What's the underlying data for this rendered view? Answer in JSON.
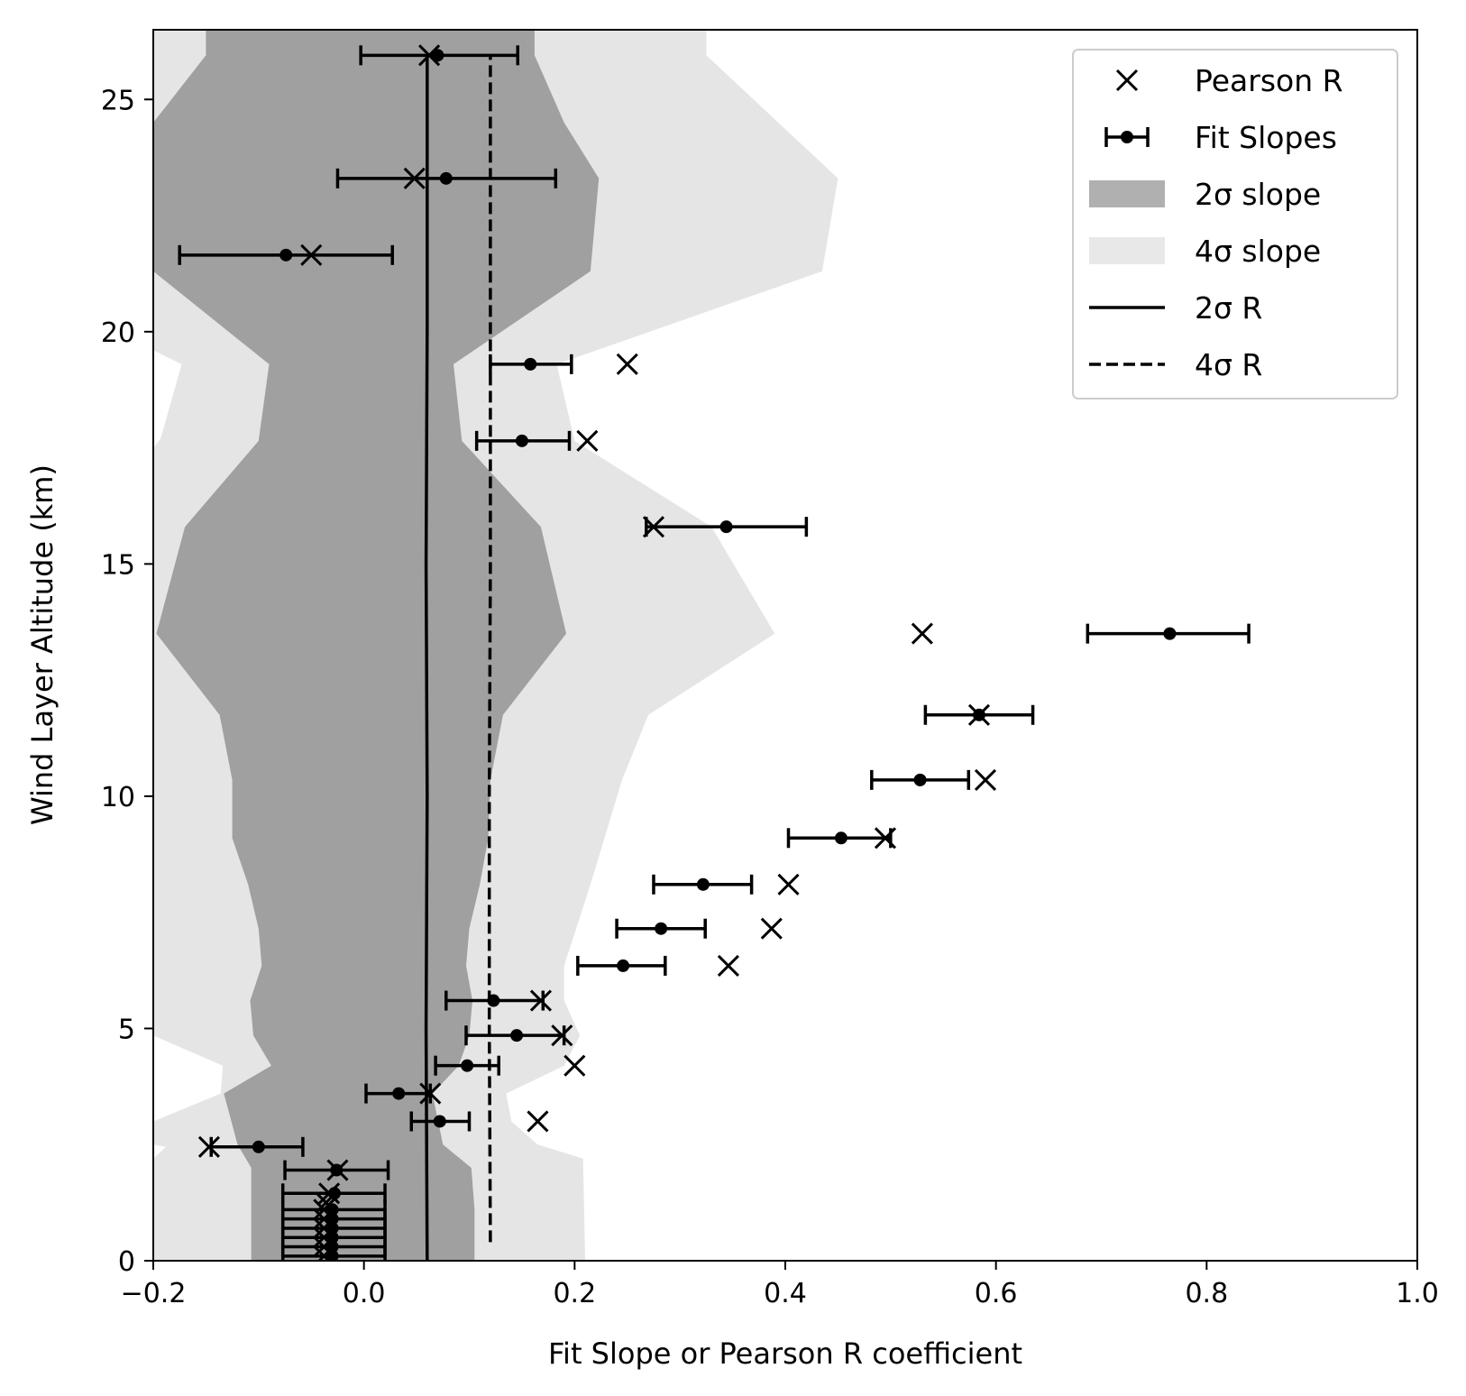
{
  "chart_data": {
    "type": "scatter",
    "xlabel": "Fit Slope or Pearson R coefficient",
    "ylabel": "Wind Layer Altitude (km)",
    "xlim": [
      -0.2,
      1.0
    ],
    "ylim": [
      0,
      26.5
    ],
    "xticks": [
      -0.2,
      0.0,
      0.2,
      0.4,
      0.6,
      0.8,
      1.0
    ],
    "xtick_labels": [
      "−0.2",
      "0.0",
      "0.2",
      "0.4",
      "0.6",
      "0.8",
      "1.0"
    ],
    "yticks": [
      0,
      5,
      10,
      15,
      20,
      25
    ],
    "ytick_labels": [
      "0",
      "5",
      "10",
      "15",
      "20",
      "25"
    ],
    "grid": false,
    "legend_position": "top-right",
    "legend": [
      {
        "name": "Pearson R",
        "kind": "x-marker"
      },
      {
        "name": "Fit Slopes",
        "kind": "errorbar"
      },
      {
        "name": "2σ slope",
        "kind": "band-dark"
      },
      {
        "name": "4σ slope",
        "kind": "band-light"
      },
      {
        "name": "2σ R",
        "kind": "solid-line"
      },
      {
        "name": "4σ R",
        "kind": "dashed-line"
      }
    ],
    "colors": {
      "marker": "#000000",
      "band_2sigma": "#a0a0a0",
      "band_4sigma": "#e5e5e5",
      "legend_band_2sigma": "#b0b0b0",
      "legend_band_4sigma": "#e8e8e8"
    },
    "fit_slopes": [
      {
        "alt": 0.1,
        "slope": -0.03,
        "err_lo": -0.077,
        "err_hi": 0.02
      },
      {
        "alt": 0.3,
        "slope": -0.03,
        "err_lo": -0.077,
        "err_hi": 0.02
      },
      {
        "alt": 0.5,
        "slope": -0.03,
        "err_lo": -0.077,
        "err_hi": 0.02
      },
      {
        "alt": 0.7,
        "slope": -0.03,
        "err_lo": -0.077,
        "err_hi": 0.02
      },
      {
        "alt": 0.9,
        "slope": -0.03,
        "err_lo": -0.077,
        "err_hi": 0.02
      },
      {
        "alt": 1.1,
        "slope": -0.03,
        "err_lo": -0.077,
        "err_hi": 0.02
      },
      {
        "alt": 1.45,
        "slope": -0.028,
        "err_lo": -0.077,
        "err_hi": 0.02
      },
      {
        "alt": 1.95,
        "slope": -0.026,
        "err_lo": -0.075,
        "err_hi": 0.023
      },
      {
        "alt": 2.45,
        "slope": -0.1,
        "err_lo": -0.145,
        "err_hi": -0.058
      },
      {
        "alt": 3.0,
        "slope": 0.072,
        "err_lo": 0.045,
        "err_hi": 0.1
      },
      {
        "alt": 3.6,
        "slope": 0.033,
        "err_lo": 0.002,
        "err_hi": 0.063
      },
      {
        "alt": 4.2,
        "slope": 0.098,
        "err_lo": 0.068,
        "err_hi": 0.128
      },
      {
        "alt": 4.85,
        "slope": 0.145,
        "err_lo": 0.097,
        "err_hi": 0.19
      },
      {
        "alt": 5.6,
        "slope": 0.123,
        "err_lo": 0.078,
        "err_hi": 0.17
      },
      {
        "alt": 6.35,
        "slope": 0.246,
        "err_lo": 0.203,
        "err_hi": 0.286
      },
      {
        "alt": 7.15,
        "slope": 0.282,
        "err_lo": 0.24,
        "err_hi": 0.324
      },
      {
        "alt": 8.1,
        "slope": 0.322,
        "err_lo": 0.275,
        "err_hi": 0.368
      },
      {
        "alt": 9.1,
        "slope": 0.453,
        "err_lo": 0.403,
        "err_hi": 0.5
      },
      {
        "alt": 10.35,
        "slope": 0.528,
        "err_lo": 0.482,
        "err_hi": 0.574
      },
      {
        "alt": 11.75,
        "slope": 0.584,
        "err_lo": 0.533,
        "err_hi": 0.635
      },
      {
        "alt": 13.5,
        "slope": 0.765,
        "err_lo": 0.687,
        "err_hi": 0.84
      },
      {
        "alt": 15.8,
        "slope": 0.344,
        "err_lo": 0.268,
        "err_hi": 0.42
      },
      {
        "alt": 17.65,
        "slope": 0.15,
        "err_lo": 0.107,
        "err_hi": 0.195
      },
      {
        "alt": 19.3,
        "slope": 0.158,
        "err_lo": 0.12,
        "err_hi": 0.197
      },
      {
        "alt": 21.65,
        "slope": -0.074,
        "err_lo": -0.175,
        "err_hi": 0.027
      },
      {
        "alt": 23.3,
        "slope": 0.078,
        "err_lo": -0.025,
        "err_hi": 0.182
      },
      {
        "alt": 25.95,
        "slope": 0.07,
        "err_lo": -0.003,
        "err_hi": 0.146
      }
    ],
    "pearson_r": [
      {
        "alt": 0.1,
        "r": -0.038
      },
      {
        "alt": 0.3,
        "r": -0.038
      },
      {
        "alt": 0.5,
        "r": -0.038
      },
      {
        "alt": 0.7,
        "r": -0.038
      },
      {
        "alt": 0.9,
        "r": -0.038
      },
      {
        "alt": 1.1,
        "r": -0.038
      },
      {
        "alt": 1.25,
        "r": -0.036
      },
      {
        "alt": 1.45,
        "r": -0.033
      },
      {
        "alt": 1.95,
        "r": -0.025
      },
      {
        "alt": 2.45,
        "r": -0.147
      },
      {
        "alt": 3.0,
        "r": 0.165
      },
      {
        "alt": 3.6,
        "r": 0.063
      },
      {
        "alt": 4.2,
        "r": 0.2
      },
      {
        "alt": 4.85,
        "r": 0.188
      },
      {
        "alt": 5.6,
        "r": 0.168
      },
      {
        "alt": 6.35,
        "r": 0.346
      },
      {
        "alt": 7.15,
        "r": 0.387
      },
      {
        "alt": 8.1,
        "r": 0.403
      },
      {
        "alt": 9.1,
        "r": 0.495
      },
      {
        "alt": 10.35,
        "r": 0.59
      },
      {
        "alt": 11.75,
        "r": 0.584
      },
      {
        "alt": 13.5,
        "r": 0.53
      },
      {
        "alt": 15.8,
        "r": 0.275
      },
      {
        "alt": 17.65,
        "r": 0.212
      },
      {
        "alt": 19.3,
        "r": 0.25
      },
      {
        "alt": 21.65,
        "r": -0.05
      },
      {
        "alt": 23.3,
        "r": 0.048
      },
      {
        "alt": 25.95,
        "r": 0.062
      }
    ],
    "r_2sigma_line": [
      {
        "alt": 0,
        "x": 0.06
      },
      {
        "alt": 5,
        "x": 0.059
      },
      {
        "alt": 10,
        "x": 0.06
      },
      {
        "alt": 15,
        "x": 0.059
      },
      {
        "alt": 20,
        "x": 0.06
      },
      {
        "alt": 25.95,
        "x": 0.06
      }
    ],
    "r_4sigma_line": [
      {
        "alt": 0.4,
        "x": 0.12
      },
      {
        "alt": 5,
        "x": 0.119
      },
      {
        "alt": 10,
        "x": 0.119
      },
      {
        "alt": 15,
        "x": 0.12
      },
      {
        "alt": 20,
        "x": 0.12
      },
      {
        "alt": 25.95,
        "x": 0.12
      }
    ],
    "band_2sigma": [
      {
        "alt": 0,
        "lo": -0.107,
        "hi": 0.105
      },
      {
        "alt": 1.1,
        "lo": -0.107,
        "hi": 0.105
      },
      {
        "alt": 2.0,
        "lo": -0.107,
        "hi": 0.102
      },
      {
        "alt": 2.5,
        "lo": -0.12,
        "hi": 0.075
      },
      {
        "alt": 3.6,
        "lo": -0.133,
        "hi": 0.065
      },
      {
        "alt": 4.2,
        "lo": -0.088,
        "hi": 0.09
      },
      {
        "alt": 4.85,
        "lo": -0.105,
        "hi": 0.1
      },
      {
        "alt": 5.6,
        "lo": -0.108,
        "hi": 0.103
      },
      {
        "alt": 6.35,
        "lo": -0.097,
        "hi": 0.097
      },
      {
        "alt": 7.15,
        "lo": -0.1,
        "hi": 0.1
      },
      {
        "alt": 8.1,
        "lo": -0.11,
        "hi": 0.11
      },
      {
        "alt": 9.1,
        "lo": -0.125,
        "hi": 0.118
      },
      {
        "alt": 10.35,
        "lo": -0.125,
        "hi": 0.12
      },
      {
        "alt": 11.75,
        "lo": -0.137,
        "hi": 0.132
      },
      {
        "alt": 13.5,
        "lo": -0.197,
        "hi": 0.192
      },
      {
        "alt": 15.8,
        "lo": -0.17,
        "hi": 0.168
      },
      {
        "alt": 17.65,
        "lo": -0.1,
        "hi": 0.093
      },
      {
        "alt": 19.3,
        "lo": -0.09,
        "hi": 0.085
      },
      {
        "alt": 21.3,
        "lo": -0.2,
        "hi": 0.215
      },
      {
        "alt": 23.3,
        "lo": -0.2,
        "hi": 0.223
      },
      {
        "alt": 24.5,
        "lo": -0.2,
        "hi": 0.19
      },
      {
        "alt": 25.95,
        "lo": -0.15,
        "hi": 0.162
      },
      {
        "alt": 26.5,
        "lo": -0.15,
        "hi": 0.162
      }
    ],
    "band_4sigma": [
      {
        "alt": 0,
        "lo": -0.2,
        "hi": 0.21
      },
      {
        "alt": 2.2,
        "lo": -0.2,
        "hi": 0.208
      },
      {
        "alt": 2.5,
        "lo": -0.2,
        "hi": 0.165
      },
      {
        "alt": 3.0,
        "lo": -0.2,
        "hi": 0.14
      },
      {
        "alt": 3.6,
        "lo": -0.2,
        "hi": 0.135
      },
      {
        "alt": 4.2,
        "lo": -0.2,
        "hi": 0.19
      },
      {
        "alt": 4.85,
        "lo": -0.2,
        "hi": 0.205
      },
      {
        "alt": 5.6,
        "lo": -0.2,
        "hi": 0.19
      },
      {
        "alt": 6.35,
        "lo": -0.2,
        "hi": 0.19
      },
      {
        "alt": 8.1,
        "lo": -0.2,
        "hi": 0.215
      },
      {
        "alt": 10.35,
        "lo": -0.2,
        "hi": 0.245
      },
      {
        "alt": 11.75,
        "lo": -0.2,
        "hi": 0.27
      },
      {
        "alt": 13.5,
        "lo": -0.2,
        "hi": 0.39
      },
      {
        "alt": 15.8,
        "lo": -0.2,
        "hi": 0.33
      },
      {
        "alt": 17.65,
        "lo": -0.2,
        "hi": 0.2
      },
      {
        "alt": 19.3,
        "lo": -0.2,
        "hi": 0.183
      },
      {
        "alt": 21.3,
        "lo": -0.2,
        "hi": 0.435
      },
      {
        "alt": 23.3,
        "lo": -0.2,
        "hi": 0.45
      },
      {
        "alt": 25.95,
        "lo": -0.2,
        "hi": 0.325
      },
      {
        "alt": 26.5,
        "lo": -0.2,
        "hi": 0.325
      }
    ],
    "band_4sigma_white_gaps": [
      [
        {
          "alt": 17.5,
          "x": -0.2
        },
        {
          "alt": 17.7,
          "x": -0.193
        },
        {
          "alt": 19.3,
          "x": -0.173
        },
        {
          "alt": 19.6,
          "x": -0.2
        }
      ],
      [
        {
          "alt": 0.1,
          "x": -0.2
        },
        {
          "alt": 2.2,
          "x": -0.2
        },
        {
          "alt": 2.45,
          "x": -0.188
        },
        {
          "alt": 2.5,
          "x": -0.2
        }
      ],
      [
        {
          "alt": 3.0,
          "x": -0.2
        },
        {
          "alt": 3.6,
          "x": -0.136
        },
        {
          "alt": 4.2,
          "x": -0.134
        },
        {
          "alt": 4.85,
          "x": -0.2
        }
      ]
    ]
  }
}
